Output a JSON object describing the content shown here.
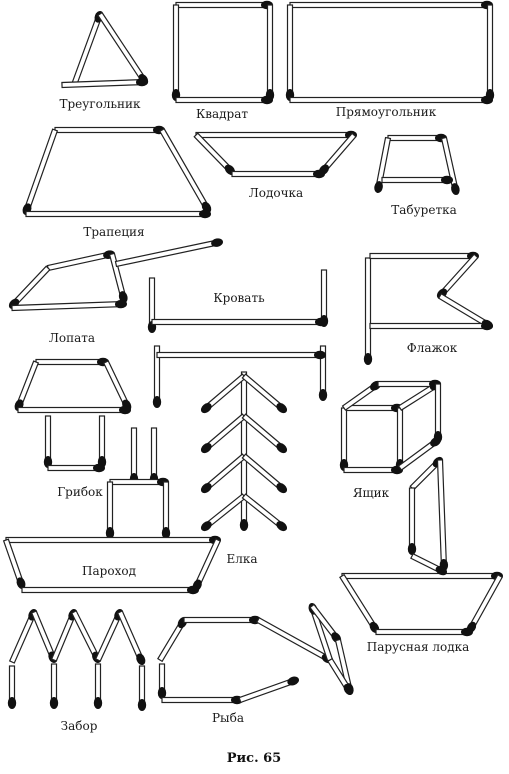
{
  "figure": {
    "caption": "Рис. 65",
    "labels": {
      "triangle": "Треугольник",
      "square": "Квадрат",
      "rectangle": "Прямоугольник",
      "trapezoid": "Трапеция",
      "boat": "Лодочка",
      "stool": "Табуретка",
      "shovel": "Лопата",
      "bed": "Кровать",
      "flag": "Флажок",
      "mushroom": "Грибок",
      "box": "Ящик",
      "steamship": "Пароход",
      "fir_tree": "Елка",
      "fence": "Забор",
      "fish": "Рыба",
      "sailboat": "Парусная лодка"
    }
  }
}
